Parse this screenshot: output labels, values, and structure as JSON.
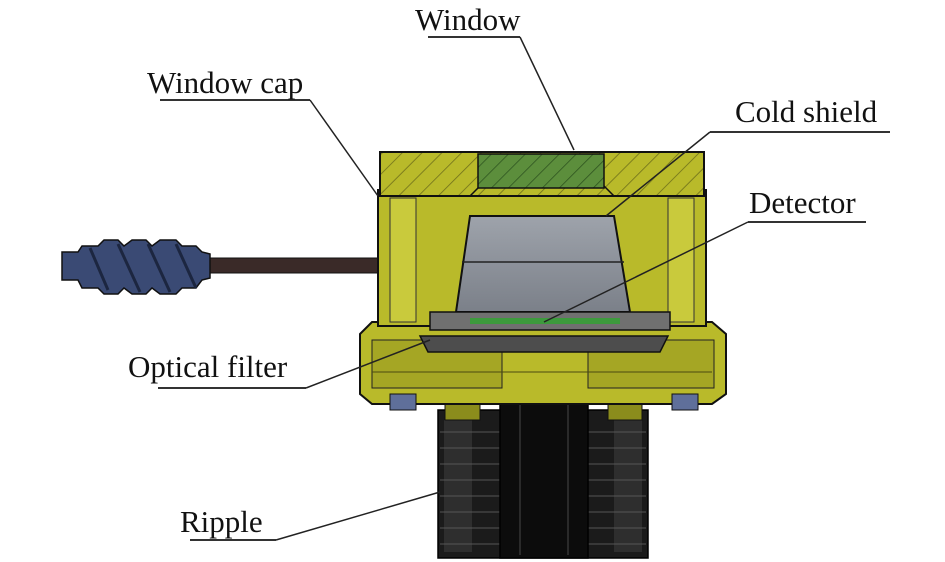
{
  "labels": {
    "window": "Window",
    "window_cap": "Window cap",
    "cold_shield": "Cold shield",
    "detector": "Detector",
    "optical_filter": "Optical filter",
    "ripple": "Ripple"
  },
  "colors": {
    "housing_olive": "#b9ba2a",
    "housing_dark": "#8b8c1c",
    "outline": "#1a1a1a",
    "window_green": "#5c8e3c",
    "cold_shield_gray": "#8f949c",
    "connector_blue": "#3a4a74",
    "ripple_black": "#1b1b1b",
    "background": "#ffffff"
  }
}
